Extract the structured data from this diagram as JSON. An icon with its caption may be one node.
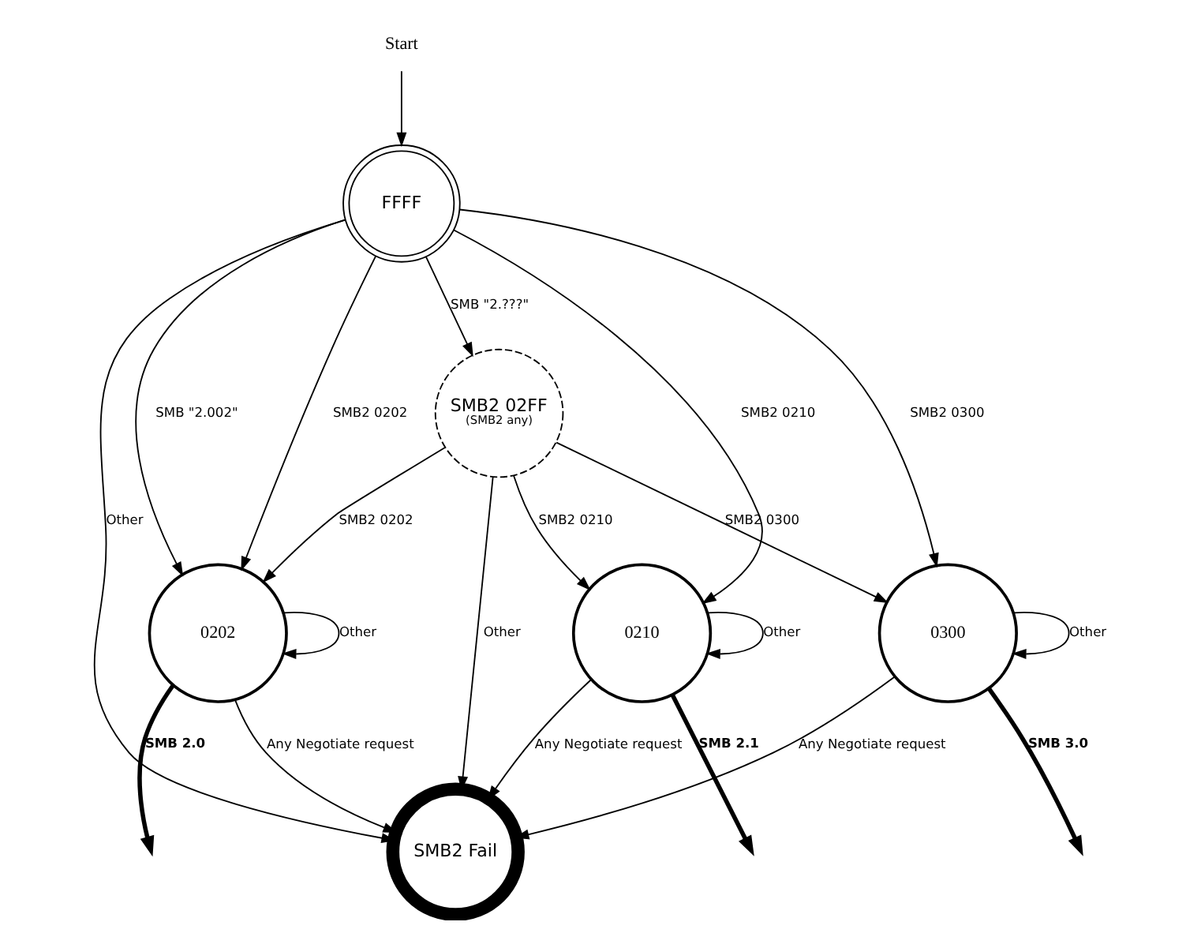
{
  "diagram": {
    "nodes": [
      {
        "text": [
          "Start"
        ]
      },
      {
        "text": [
          "FFFF"
        ]
      },
      {
        "text": [
          "0202"
        ]
      },
      {
        "text": [
          "SMB2 02FF",
          "(SMB2 any)"
        ]
      },
      {
        "text": [
          "0210"
        ]
      },
      {
        "text": [
          "0300"
        ]
      },
      {
        "text": [
          "SMB2 Fail"
        ]
      }
    ],
    "edges": [
      {
        "from": 0,
        "to": 1,
        "arrow": "to"
      },
      {
        "from": 1,
        "to": 2,
        "arrow": "to",
        "label": "SMB \"2.002\""
      },
      {
        "from": 1,
        "to": 2,
        "arrow": "to",
        "label": "SMB2 0202"
      },
      {
        "from": 1,
        "to": 4,
        "arrow": "to",
        "label": "SMB2 0210"
      },
      {
        "from": 1,
        "to": 5,
        "arrow": "to",
        "label": "SMB2 0300"
      },
      {
        "from": 1,
        "to": 3,
        "arrow": "to",
        "label": "SMB \"2.???\""
      },
      {
        "from": 1,
        "to": 6,
        "arrow": "to",
        "label": "Other"
      },
      {
        "from": 2,
        "to": 2,
        "arrow": "to",
        "label": "Other"
      },
      {
        "from": 3,
        "to": 2,
        "arrow": "to",
        "label": "SMB2 0202"
      },
      {
        "from": 3,
        "to": 4,
        "arrow": "to",
        "label": "SMB2 0210"
      },
      {
        "from": 3,
        "to": 5,
        "arrow": "to",
        "label": "SMB2 0300"
      },
      {
        "from": 3,
        "to": 6,
        "arrow": "to",
        "label": "Other"
      },
      {
        "from": 2,
        "to": 6,
        "arrow": "to",
        "label": "Any Negotiate request"
      },
      {
        "from": 4,
        "to": 4,
        "arrow": "to",
        "label": "Other"
      },
      {
        "from": 4,
        "to": 6,
        "arrow": "to",
        "label": "Any Negotiate request"
      },
      {
        "from": 5,
        "to": 5,
        "arrow": "to",
        "label": "Other"
      },
      {
        "from": 5,
        "to": 6,
        "arrow": "to",
        "label": "Any Negotiate request"
      },
      {
        "from": 2,
        "to": null,
        "arrow": "to",
        "label": "SMB 2.0",
        "style": "thick"
      },
      {
        "from": 4,
        "to": null,
        "arrow": "to",
        "label": "SMB 2.1",
        "style": "thick"
      },
      {
        "from": 5,
        "to": null,
        "arrow": "to",
        "label": "SMB 3.0",
        "style": "thick"
      }
    ]
  }
}
